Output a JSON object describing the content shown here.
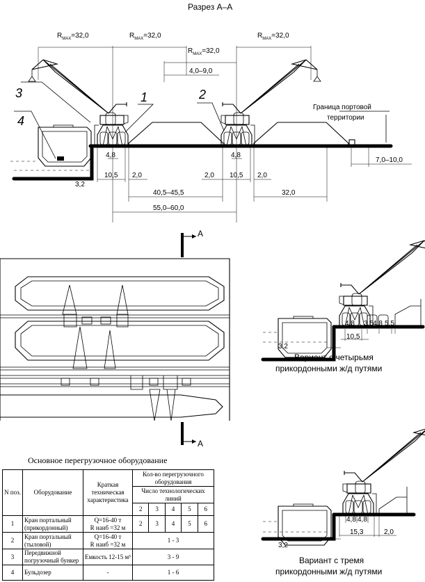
{
  "section": {
    "title": "Разрез А–А",
    "rmax_labels": [
      "R",
      "MAX",
      "=32,0"
    ],
    "dimensions": {
      "reach_offset": "4,0–9,0",
      "track_gauge": "4,8",
      "portal_width": "10,5",
      "clearance": "2,0",
      "wall": "3,2",
      "stack_width": "40,5–45,5",
      "rear_stack": "32,0",
      "between_cranes": "55,0–60,0",
      "road": "7,0–10,0"
    },
    "callouts": [
      "1",
      "2",
      "3",
      "4"
    ],
    "boundary_label_line1": "Граница портовой",
    "boundary_label_line2": "территории"
  },
  "plan": {
    "section_mark": "А"
  },
  "variant_four": {
    "dims": [
      "4,8",
      "3,5",
      "4,8",
      "5,5",
      "10,5",
      "3,2"
    ],
    "caption_line1": "Вариант с четырьмя",
    "caption_line2": "прикордонными ж/д путями"
  },
  "variant_three": {
    "dims": [
      "4,8",
      "4,8",
      "15,3",
      "2,0",
      "3,2"
    ],
    "caption_line1": "Вариант с тремя",
    "caption_line2": "прикордонными ж/д путями"
  },
  "equipment_table": {
    "title": "Основное перегрузочное оборудование",
    "headers": {
      "pos": "N поз.",
      "equipment": "Оборудование",
      "spec": "Краткая техническая характеристика",
      "count": "Кол-во перегрузочного оборудования",
      "lines": "Число технологических линий",
      "line_numbers": [
        "2",
        "3",
        "4",
        "5",
        "6"
      ]
    },
    "rows": [
      {
        "pos": "1",
        "name": "Кран портальный (прикордонный)",
        "spec1": "Q=16-40 т",
        "spec2": "R наиб =32 м",
        "counts": [
          "2",
          "3",
          "4",
          "5",
          "6"
        ]
      },
      {
        "pos": "2",
        "name": "Кран портальный (тыловой)",
        "spec1": "Q=16-40 т",
        "spec2": "R наиб =32 м",
        "range": "1 - 3"
      },
      {
        "pos": "3",
        "name": "Передвижной погрузочный бункер",
        "spec1": "Емкость 12-15 м³",
        "range": "3 - 9"
      },
      {
        "pos": "4",
        "name": "Бульдозер",
        "spec1": "-",
        "range": "1 - 6"
      }
    ]
  }
}
